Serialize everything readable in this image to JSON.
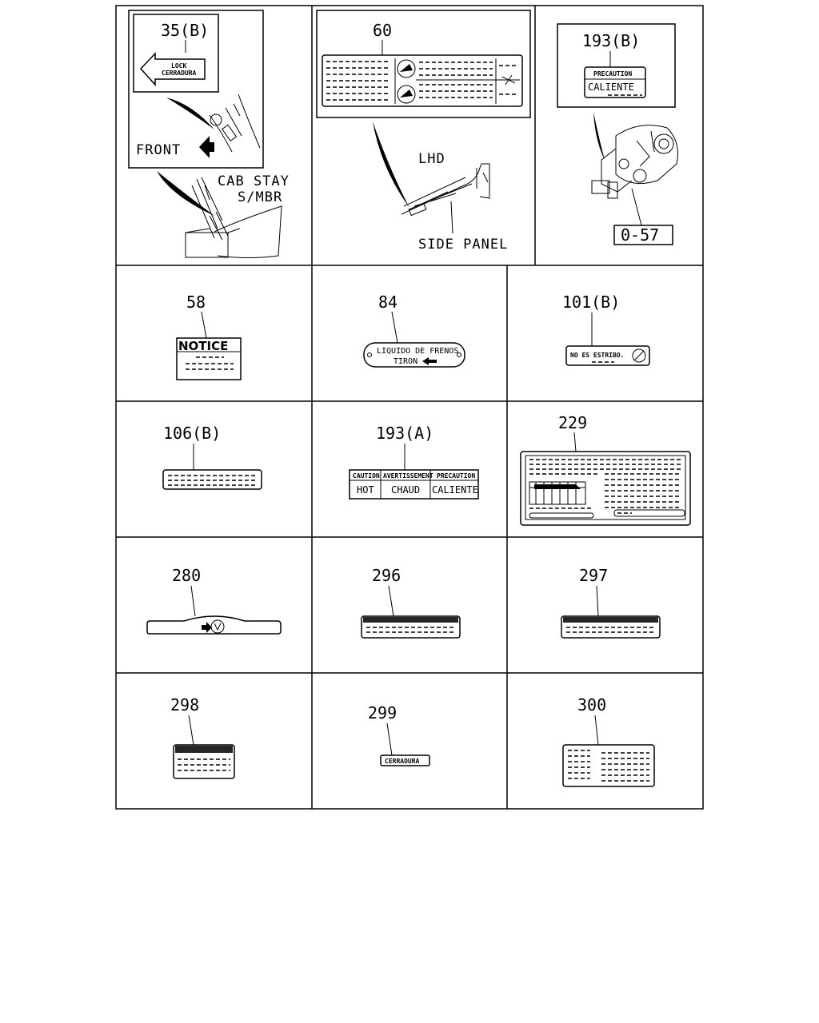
{
  "callouts": {
    "c35b": "35(B)",
    "c60": "60",
    "c193b": "193(B)",
    "c058": "58",
    "c084": "84",
    "c101b": "101(B)",
    "c106b": "106(B)",
    "c193a": "193(A)",
    "c229": "229",
    "c280": "280",
    "c296": "296",
    "c297": "297",
    "c298": "298",
    "c299": "299",
    "c300": "300"
  },
  "labels": {
    "lock": "LOCK",
    "cerradura": "CERRADURA",
    "front": "FRONT",
    "cab_stay": "CAB STAY",
    "s_mbr": "S/MBR",
    "lhd": "LHD",
    "side_panel": "SIDE PANEL",
    "precaution": "PRECAUTION",
    "caliente": "CALIENTE",
    "ref_0_57": "0-57",
    "notice": "NOTICE",
    "liquido": "LIQUIDO DE FRENOS",
    "tiron": "TIRON",
    "no_es_estribo": "NO ES ESTRIBO.",
    "caution": "CAUTION",
    "avertissement": "AVERTISSEMENT",
    "precaution_a": "PRECAUTION",
    "hot": "HOT",
    "chaud": "CHAUD",
    "caliente_a": "CALIENTE",
    "cerradura_299": "CERRADURA"
  }
}
